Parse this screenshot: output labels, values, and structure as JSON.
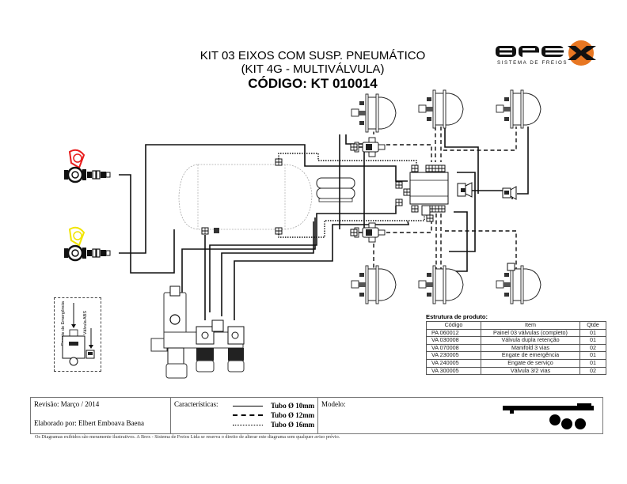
{
  "header": {
    "title_line1": "KIT 03 EIXOS COM SUSP. PNEUMÁTICO",
    "title_line2": "(KIT 4G - MULTIVÁLVULA)",
    "code_line": "CÓDIGO: KT 010014"
  },
  "logo": {
    "brand": "BREX",
    "tagline": "SISTEMA DE FREIOS",
    "accent_color": "#e87722",
    "text_color": "#111111"
  },
  "diagram": {
    "components": {
      "emergency_coupling_color": "#e81c1c",
      "service_coupling_color": "#f2e500",
      "air_tank": "reservatório",
      "air_spring": "bolsa de ar",
      "manifold": "multiválvula",
      "brake_chambers_count": 6
    },
    "inset": {
      "label_emergency": "Engate de Emergência",
      "label_abs": "Válvula ABS"
    }
  },
  "product_structure": {
    "caption": "Estrutura de produto:",
    "columns": [
      "Código",
      "Item",
      "Qtde"
    ],
    "rows": [
      [
        "PA 060012",
        "Painel 03 válvulas (completo)",
        "01"
      ],
      [
        "VA 030008",
        "Válvula dupla retenção",
        "01"
      ],
      [
        "VA 070008",
        "Manifold 3 vias",
        "02"
      ],
      [
        "VA 230005",
        "Engate de emergência",
        "01"
      ],
      [
        "VA 240005",
        "Engate de serviço",
        "01"
      ],
      [
        "VA 300005",
        "Válvula 3/2 vias",
        "02"
      ]
    ]
  },
  "footer": {
    "revision": "Revisão: Março / 2014",
    "author": "Elaborado por: Elbert Emboava Baena",
    "characteristics_label": "Características:",
    "legend": [
      {
        "style": "solid",
        "label": "Tubo Ø 10mm"
      },
      {
        "style": "dashed",
        "label": "Tubo Ø 12mm"
      },
      {
        "style": "dotted",
        "label": "Tubo Ø 16mm"
      }
    ],
    "model_label": "Modelo:",
    "disclaimer": "Os Diagramas exibidos são meramente ilustrativos. A Brex - Sistema de Freios Ltda se reserva o direito de alterar este diagrama sem qualquer aviso prévio."
  }
}
